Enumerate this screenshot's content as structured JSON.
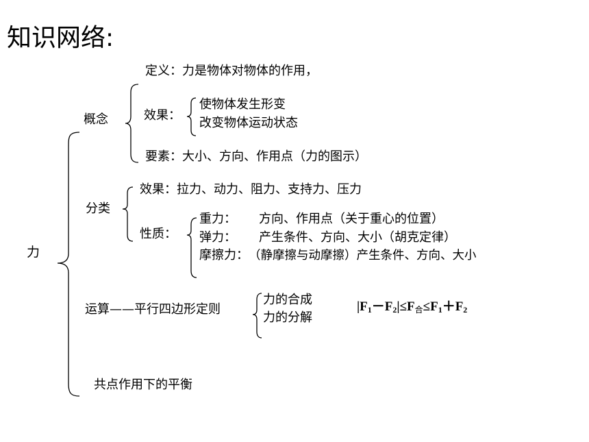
{
  "title": "知识网络:",
  "root": "力",
  "concept": {
    "label": "概念",
    "definition": "定义：力是物体对物体的作用，",
    "effect_label": "效果：",
    "effects": [
      "使物体发生形变",
      "改变物体运动状态"
    ],
    "elements": "要素：大小、方向、作用点（力的图示）"
  },
  "classification": {
    "label": "分类",
    "by_effect": "效果：拉力、动力、阻力、支持力、压力",
    "by_nature_label": "性质：",
    "natures": [
      {
        "name": "重力：",
        "desc": "方向、作用点（关于重心的位置）"
      },
      {
        "name": "弹力：",
        "desc": "产生条件、方向、大小（胡克定律）"
      },
      {
        "name": "摩擦力：",
        "desc": "（静摩擦与动摩擦）产生条件、方向、大小"
      }
    ]
  },
  "operation": {
    "label": "运算——平行四边形定则",
    "items": [
      "力的合成",
      "力的分解"
    ],
    "formula": {
      "abs_open": "|F",
      "sub1": "1",
      "minus": "－F",
      "sub2": "2",
      "mid": "|≤F",
      "sub_he": "合",
      "le": "≤F",
      "sub3": "1",
      "plus": "＋F",
      "sub4": "2"
    }
  },
  "equilibrium": "共点作用下的平衡"
}
